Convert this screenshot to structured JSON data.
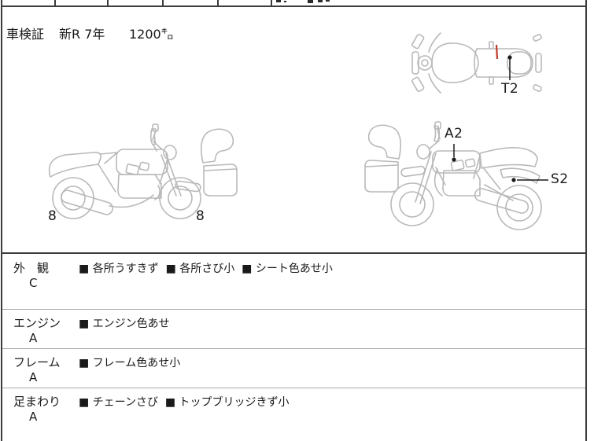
{
  "colors": {
    "accent_red": "#c0392b",
    "line_art": "#b9b9b9",
    "border_dark": "#3b3b3b",
    "border_light": "#a8a8a8",
    "text": "#1a1a1a"
  },
  "bullet": "■",
  "header": {
    "doc_label": "車検証",
    "registration": "新R 7年",
    "mileage": "1200㌔"
  },
  "marks": {
    "top_view": "T2",
    "tank": "A2",
    "rear": "S2",
    "tire_rear": "8",
    "tire_front": "8"
  },
  "sections": [
    {
      "name": "外　観",
      "grade": "C",
      "items": [
        "各所うすきず",
        "各所さび小",
        "シート色あせ小"
      ]
    },
    {
      "name": "エンジン",
      "grade": "A",
      "items": [
        "エンジン色あせ"
      ]
    },
    {
      "name": "フレーム",
      "grade": "A",
      "items": [
        "フレーム色あせ小"
      ]
    },
    {
      "name": "足まわり",
      "grade": "A",
      "items": [
        "チェーンさび",
        "トップブリッジきず小"
      ]
    }
  ]
}
